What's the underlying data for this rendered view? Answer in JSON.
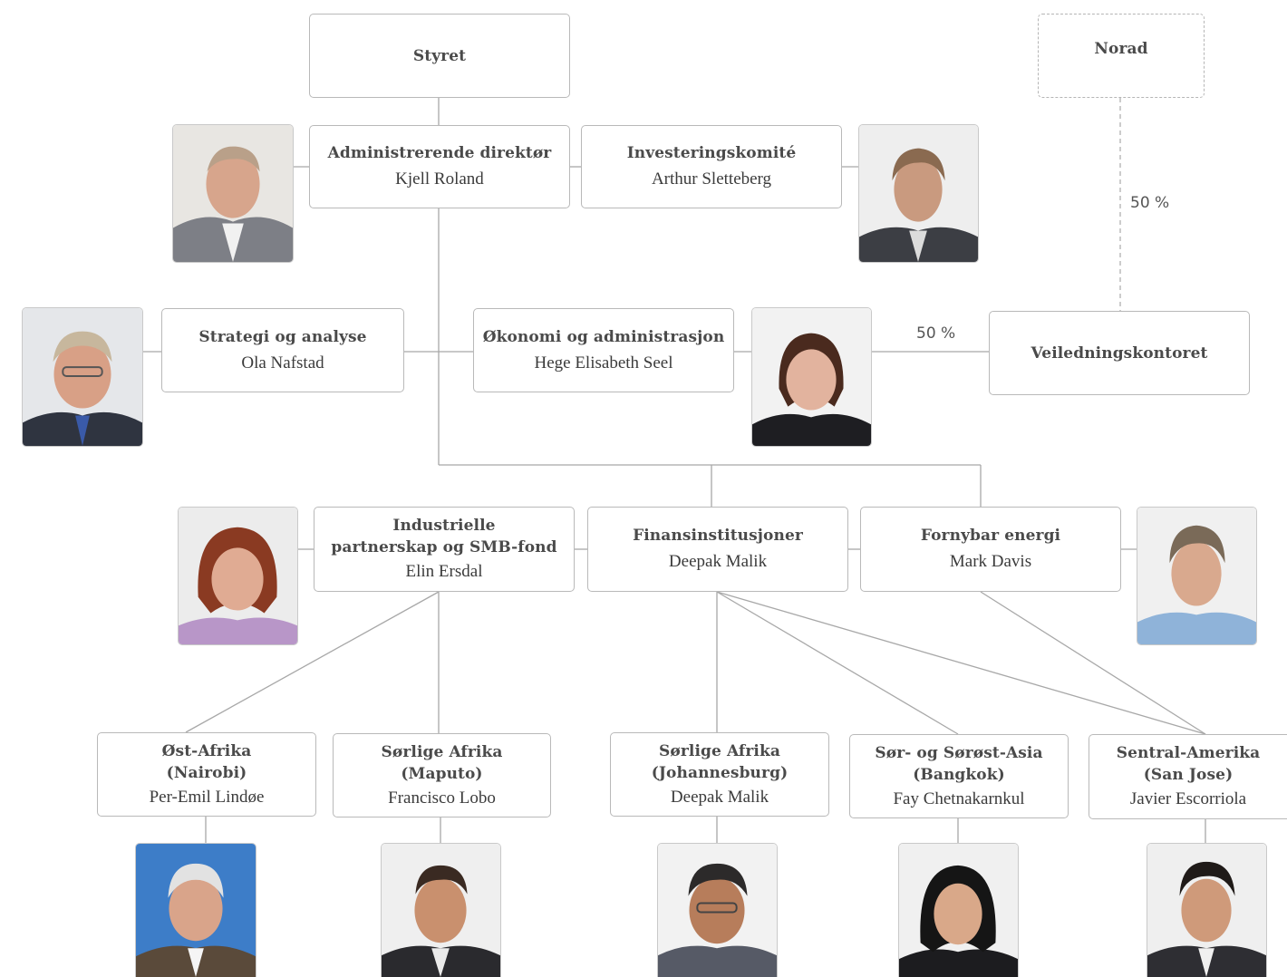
{
  "board": {
    "title": "Styret"
  },
  "norad": {
    "title": "Norad"
  },
  "ownership": {
    "norad_to_office": "50 %",
    "office_share": "50 %"
  },
  "ceo": {
    "title": "Administrerende direktør",
    "name": "Kjell Roland"
  },
  "investment_committee": {
    "title": "Investeringskomité",
    "name": "Arthur Sletteberg"
  },
  "strategy": {
    "title": "Strategi og analyse",
    "name": "Ola Nafstad"
  },
  "finance_admin": {
    "title": "Økonomi og administrasjon",
    "name": "Hege Elisabeth Seel"
  },
  "guidance_office": {
    "title": "Veiledningskontoret"
  },
  "industrial": {
    "title_line1": "Industrielle",
    "title_line2": "partnerskap og SMB-fond",
    "name": "Elin Ersdal"
  },
  "financial_institutions": {
    "title": "Finansinstitusjoner",
    "name": "Deepak Malik"
  },
  "renewable": {
    "title": "Fornybar energi",
    "name": "Mark Davis"
  },
  "regions": [
    {
      "title_line1": "Øst-Afrika",
      "title_line2": "(Nairobi)",
      "name": "Per-Emil Lindøe"
    },
    {
      "title_line1": "Sørlige Afrika",
      "title_line2": "(Maputo)",
      "name": "Francisco Lobo"
    },
    {
      "title_line1": "Sørlige Afrika",
      "title_line2": "(Johannesburg)",
      "name": "Deepak Malik"
    },
    {
      "title_line1": "Sør- og Sørøst-Asia",
      "title_line2": "(Bangkok)",
      "name": "Fay Chetnakarnkul"
    },
    {
      "title_line1": "Sentral-Amerika",
      "title_line2": "(San Jose)",
      "name": "Javier Escorriola"
    }
  ],
  "colors": {
    "line": "#a8a8a8",
    "box_border": "#b9b9b9",
    "title_text": "#4a4a4a"
  }
}
